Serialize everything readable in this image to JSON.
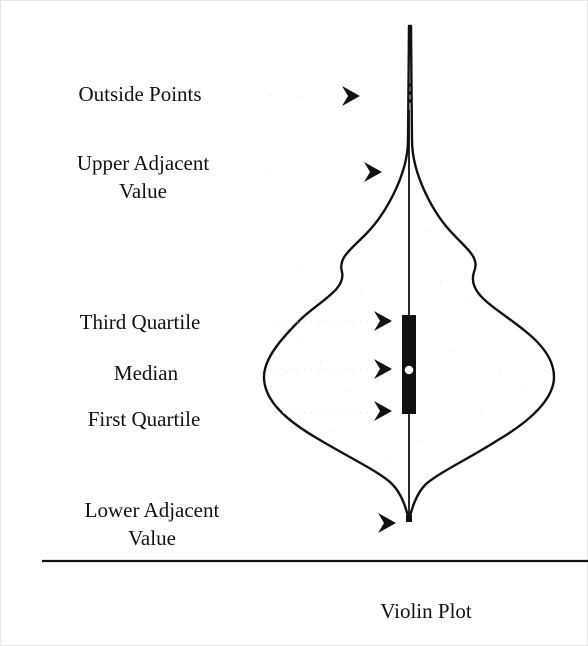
{
  "labels": {
    "outside_points": "Outside Points",
    "upper_adjacent": "Upper Adjacent Value",
    "third_quartile": "Third Quartile",
    "median": "Median",
    "first_quartile": "First Quartile",
    "lower_adjacent": "Lower Adjacent Value"
  },
  "caption": "Violin Plot",
  "icons": {
    "pointer": "arrowhead-pointer-icon"
  }
}
